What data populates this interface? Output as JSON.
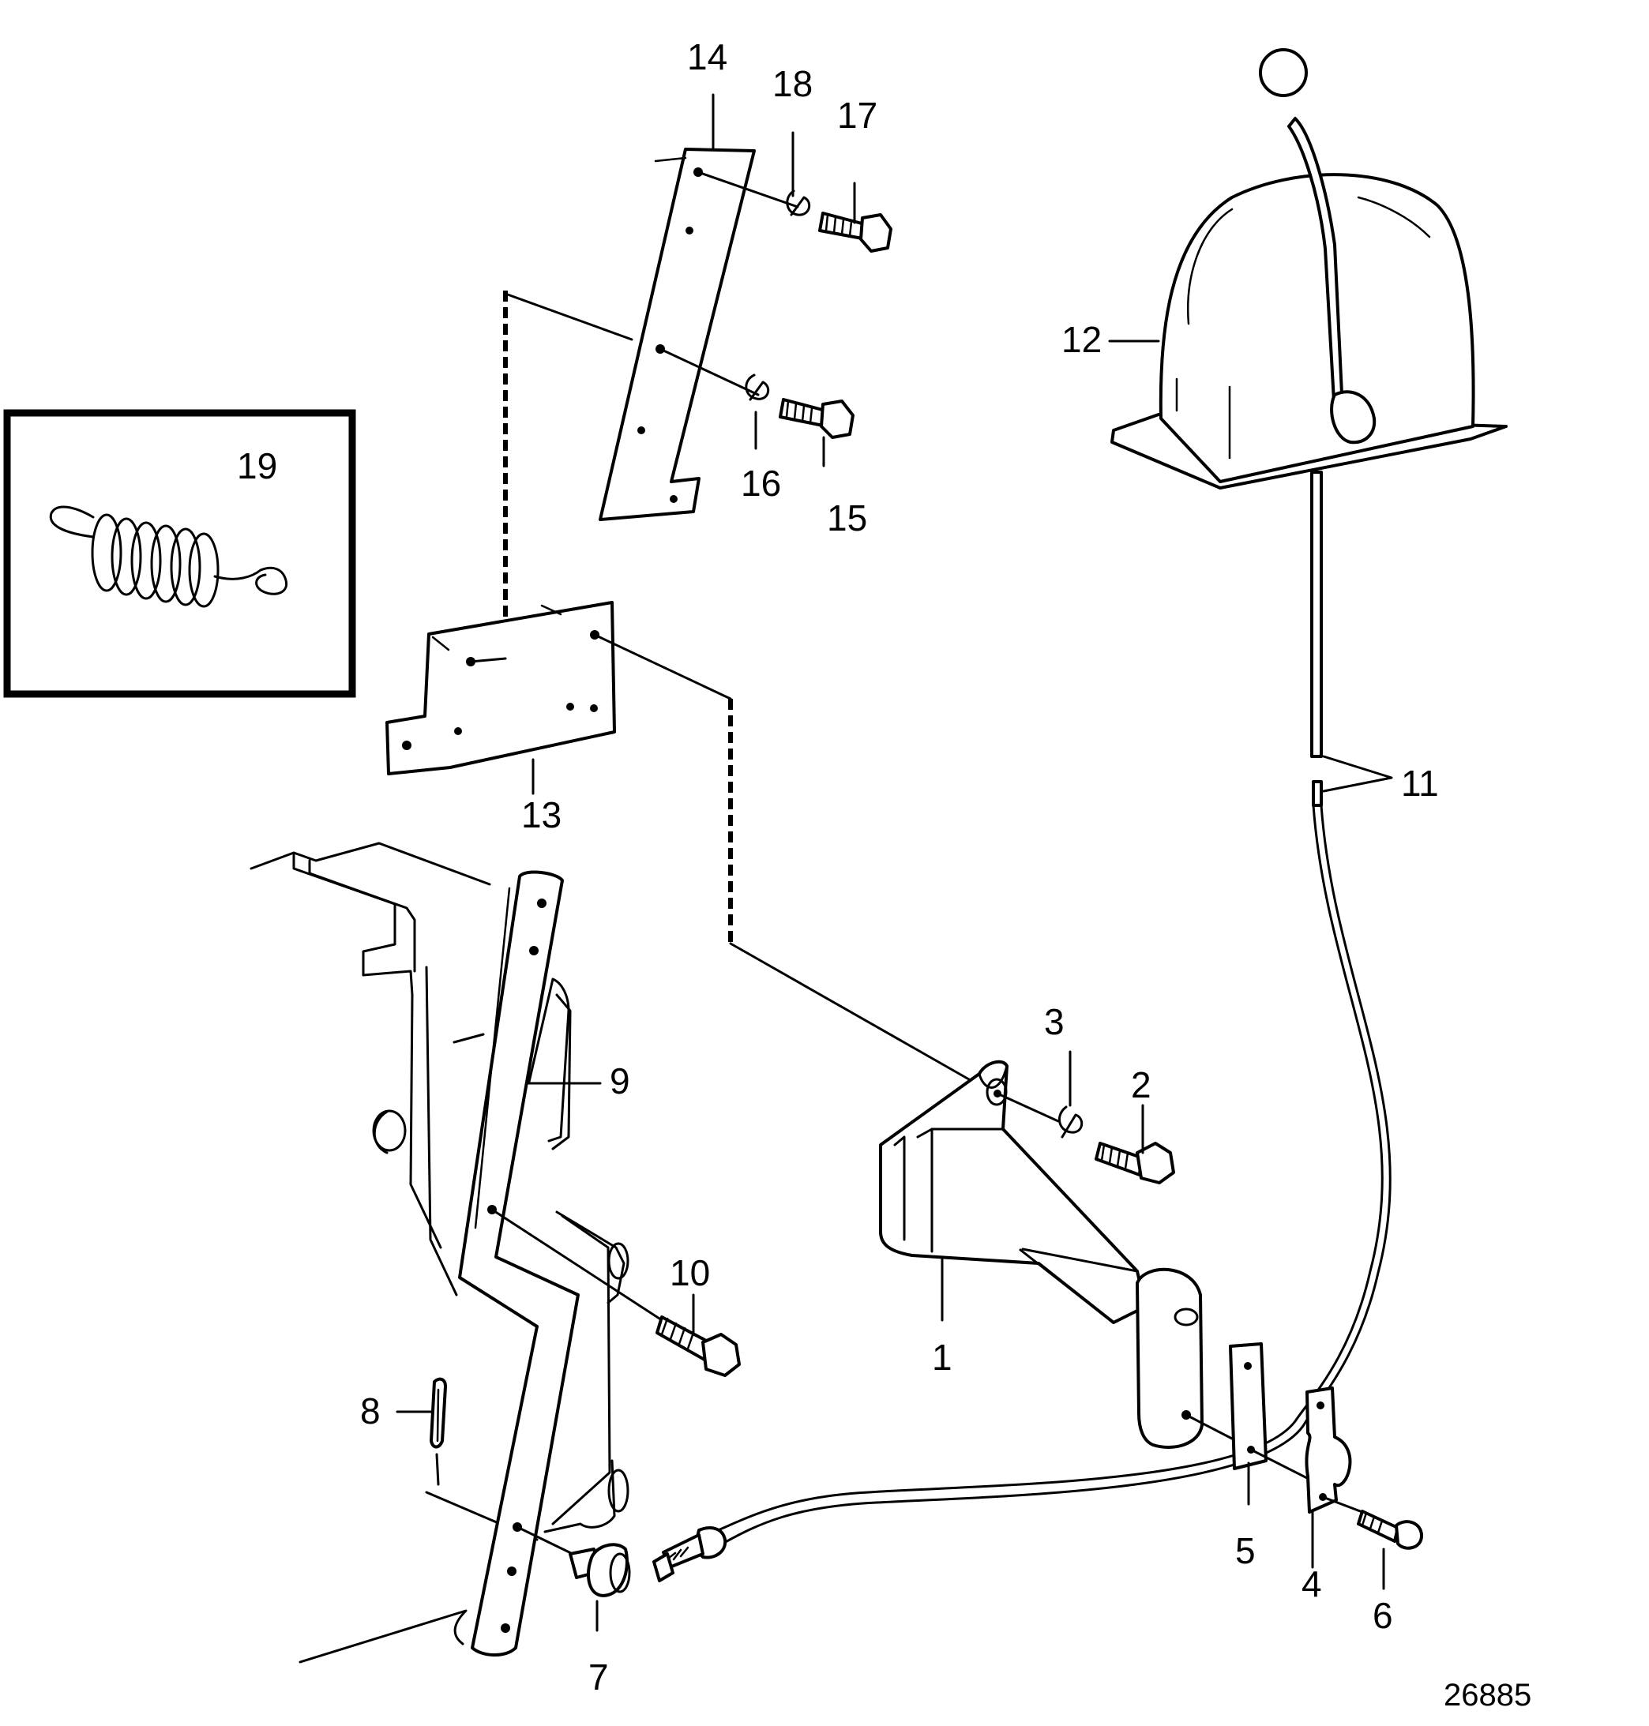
{
  "figure_reference": "26885",
  "callouts": {
    "c1": "1",
    "c2": "2",
    "c3": "3",
    "c4": "4",
    "c5": "5",
    "c6": "6",
    "c7": "7",
    "c8": "8",
    "c9": "9",
    "c10": "10",
    "c11": "11",
    "c12": "12",
    "c13": "13",
    "c14": "14",
    "c15": "15",
    "c16": "16",
    "c17": "17",
    "c18": "18",
    "c19": "19"
  }
}
